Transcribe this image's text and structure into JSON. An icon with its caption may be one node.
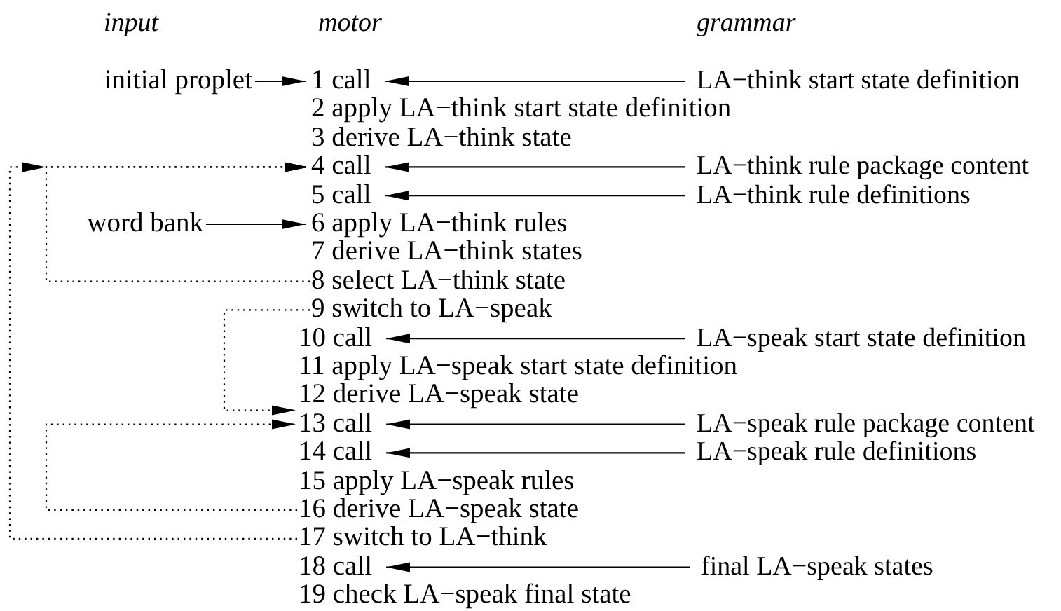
{
  "diagram": {
    "nodes": [
      {
        "text": [
          "1 call"
        ]
      },
      {
        "text": [
          "2 apply LA−think start state definition"
        ]
      },
      {
        "text": [
          "3 derive LA−think state"
        ]
      },
      {
        "text": [
          "4 call"
        ]
      },
      {
        "text": [
          "5 call"
        ]
      },
      {
        "text": [
          "6 apply LA−think rules"
        ]
      },
      {
        "text": [
          "7 derive LA−think states"
        ]
      },
      {
        "text": [
          "8 select LA−think state"
        ]
      },
      {
        "text": [
          "9 switch to LA−speak"
        ]
      },
      {
        "text": [
          "10 call"
        ]
      },
      {
        "text": [
          "11 apply LA−speak start state definition"
        ]
      },
      {
        "text": [
          "12 derive LA−speak state"
        ]
      },
      {
        "text": [
          "13 call"
        ]
      },
      {
        "text": [
          "14 call"
        ]
      },
      {
        "text": [
          "15 apply LA−speak rules"
        ]
      },
      {
        "text": [
          "16 derive LA−speak state"
        ]
      },
      {
        "text": [
          "17 switch to LA−think"
        ]
      },
      {
        "text": [
          "18 call"
        ]
      },
      {
        "text": [
          "19 check LA−speak final state"
        ]
      },
      {
        "text": [
          "initial proplet"
        ]
      },
      {
        "text": [
          "word bank"
        ]
      },
      {
        "text": [
          "LA−think start state definition"
        ]
      },
      {
        "text": [
          "LA−think rule package content"
        ]
      },
      {
        "text": [
          "LA−think rule definitions"
        ]
      },
      {
        "text": [
          "LA−speak start state definition"
        ]
      },
      {
        "text": [
          "LA−speak rule package content"
        ]
      },
      {
        "text": [
          "LA−speak rule definitions"
        ]
      },
      {
        "text": [
          "final LA−speak states"
        ]
      }
    ],
    "edges": [
      {
        "from": 19,
        "to": 0,
        "arrow": "to"
      },
      {
        "from": 20,
        "to": 5,
        "arrow": "to"
      },
      {
        "from": 21,
        "to": 0,
        "arrow": "to"
      },
      {
        "from": 22,
        "to": 3,
        "arrow": "to"
      },
      {
        "from": 23,
        "to": 4,
        "arrow": "to"
      },
      {
        "from": 24,
        "to": 9,
        "arrow": "to"
      },
      {
        "from": 25,
        "to": 12,
        "arrow": "to"
      },
      {
        "from": 26,
        "to": 13,
        "arrow": "to"
      },
      {
        "from": 27,
        "to": 17,
        "arrow": "to"
      },
      {
        "from": 7,
        "to": 3,
        "arrow": "to",
        "style": "dashed"
      },
      {
        "from": 16,
        "to": 3,
        "arrow": "to",
        "style": "dashed"
      },
      {
        "from": 8,
        "to": 12,
        "arrow": "to",
        "style": "dashed"
      },
      {
        "from": 15,
        "to": 12,
        "arrow": "to",
        "style": "dashed"
      }
    ],
    "labels": [
      "input",
      "motor",
      "grammar"
    ]
  }
}
